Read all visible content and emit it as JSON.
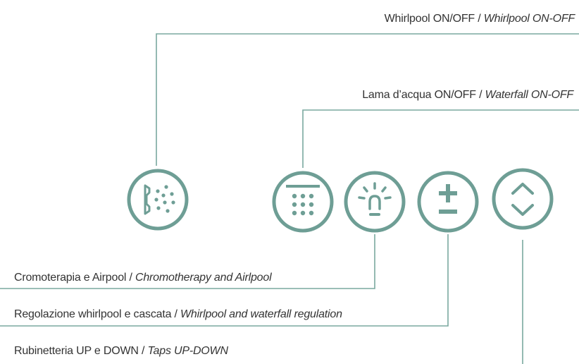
{
  "colors": {
    "accent": "#6e9e95",
    "line": "#7aa89f",
    "text": "#333333",
    "background": "#ffffff"
  },
  "labels": {
    "whirlpool": {
      "main": "Whirlpool ON/OFF",
      "sep": " / ",
      "en": "Whirlpool ON-OFF"
    },
    "waterfall": {
      "main": "Lama d’acqua ON/OFF",
      "sep": " / ",
      "en": "Waterfall ON-OFF"
    },
    "chromo": {
      "main": "Cromoterapia e Airpool",
      "sep": " / ",
      "en": "Chromotherapy and Airlpool"
    },
    "regulation": {
      "main": "Regolazione whirlpool e cascata",
      "sep": " / ",
      "en": "Whirlpool and waterfall regulation"
    },
    "taps": {
      "main": "Rubinetteria UP e DOWN",
      "sep": " / ",
      "en": "Taps UP-DOWN"
    }
  },
  "buttons": [
    {
      "name": "whirlpool-button",
      "icon": "whirlpool-jet-icon"
    },
    {
      "name": "waterfall-button",
      "icon": "waterfall-grid-icon"
    },
    {
      "name": "chromotherapy-button",
      "icon": "light-bulb-icon"
    },
    {
      "name": "regulation-button",
      "icon": "plus-minus-icon"
    },
    {
      "name": "taps-button",
      "icon": "up-down-chevron-icon"
    }
  ]
}
